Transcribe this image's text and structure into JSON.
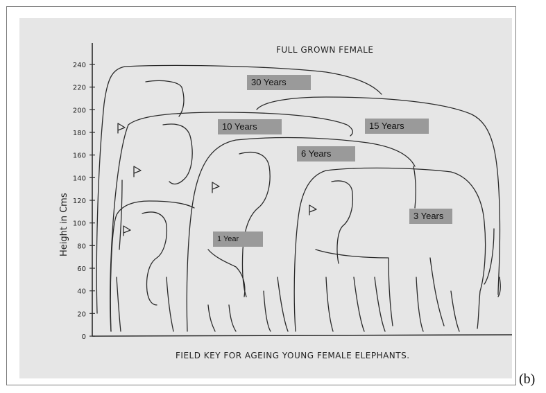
{
  "figure": {
    "title": "FULL GROWN FEMALE",
    "caption": "FIELD KEY FOR AGEING YOUNG FEMALE ELEPHANTS.",
    "side_label": "(b)",
    "y_axis_label": "Height in Cms",
    "y_ticks": [
      "0",
      "20",
      "40",
      "60",
      "80",
      "100",
      "120",
      "140",
      "160",
      "180",
      "200",
      "220",
      "240"
    ]
  },
  "age_labels": {
    "y30": "30 Years",
    "y15": "15 Years",
    "y10": "10 Years",
    "y6": "6 Years",
    "y3": "3 Years",
    "y1": "1 Year"
  },
  "colors": {
    "paper": "#e6e6e6",
    "ink": "#2a2a2a",
    "label_bg": "#9a9a9a"
  }
}
